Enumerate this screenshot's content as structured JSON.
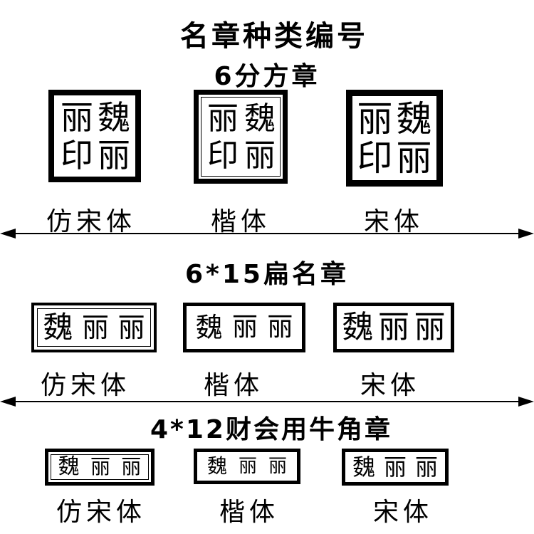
{
  "title": "名章种类编号",
  "sections": [
    {
      "heading": "6分方章",
      "stamps": [
        {
          "chars": [
            "丽",
            "魏",
            "印",
            "丽"
          ],
          "font_label": "仿宋体"
        },
        {
          "chars": [
            "丽",
            "魏",
            "印",
            "丽"
          ],
          "font_label": "楷体"
        },
        {
          "chars": [
            "丽",
            "魏",
            "印",
            "丽"
          ],
          "font_label": "宋体"
        }
      ]
    },
    {
      "heading": "6*15扁名章",
      "stamps": [
        {
          "chars": [
            "魏",
            "丽",
            "丽"
          ],
          "font_label": "仿宋体"
        },
        {
          "chars": [
            "魏",
            "丽",
            "丽"
          ],
          "font_label": "楷体"
        },
        {
          "chars": [
            "魏",
            "丽",
            "丽"
          ],
          "font_label": "宋体"
        }
      ]
    },
    {
      "heading": "4*12财会用牛角章",
      "stamps": [
        {
          "chars": [
            "魏",
            "丽",
            "丽"
          ],
          "font_label": "仿宋体"
        },
        {
          "chars": [
            "魏",
            "丽",
            "丽"
          ],
          "font_label": "楷体"
        },
        {
          "chars": [
            "魏",
            "丽",
            "丽"
          ],
          "font_label": "宋体"
        }
      ]
    }
  ],
  "colors": {
    "ink": "#000000",
    "background": "#ffffff"
  },
  "icons": {
    "divider": "double-arrow-icon"
  }
}
